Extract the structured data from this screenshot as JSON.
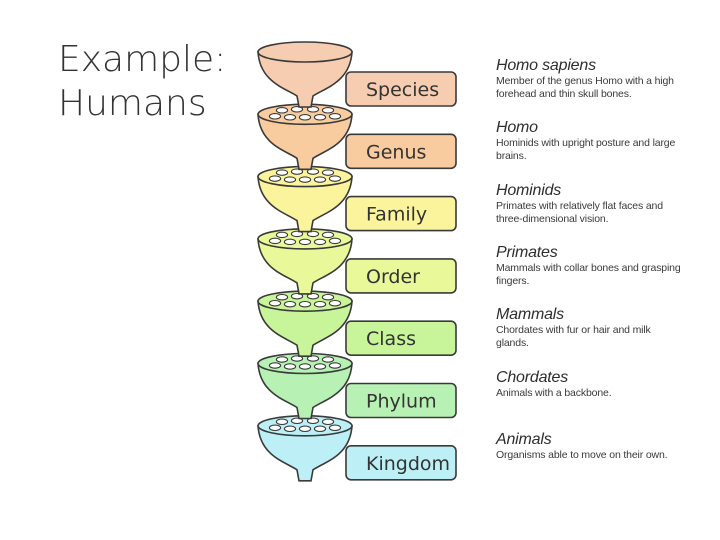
{
  "title": {
    "line1": "Example:",
    "line2": "Humans"
  },
  "levels": [
    {
      "rank": "Species",
      "name": "Homo sapiens",
      "description": "Member of the genus Homo with a high forehead and thin skull bones.",
      "color": "#F7CDB1"
    },
    {
      "rank": "Genus",
      "name": "Homo",
      "description": "Hominids with upright posture and large brains.",
      "color": "#F8CC9E"
    },
    {
      "rank": "Family",
      "name": "Hominids",
      "description": "Primates with relatively flat faces and three-dimensional vision.",
      "color": "#FBF49C"
    },
    {
      "rank": "Order",
      "name": "Primates",
      "description": "Mammals with collar bones and grasping fingers.",
      "color": "#E9F99A"
    },
    {
      "rank": "Class",
      "name": "Mammals",
      "description": "Chordates with fur or hair and milk glands.",
      "color": "#C8F59A"
    },
    {
      "rank": "Phylum",
      "name": "Chordates",
      "description": "Animals with a backbone.",
      "color": "#B7F2B4"
    },
    {
      "rank": "Kingdom",
      "name": "Animals",
      "description": "Organisms able to move on their own.",
      "color": "#BDF0F6"
    }
  ],
  "colors": {
    "outline": "#3a3a3a",
    "label_text": "#333333"
  }
}
